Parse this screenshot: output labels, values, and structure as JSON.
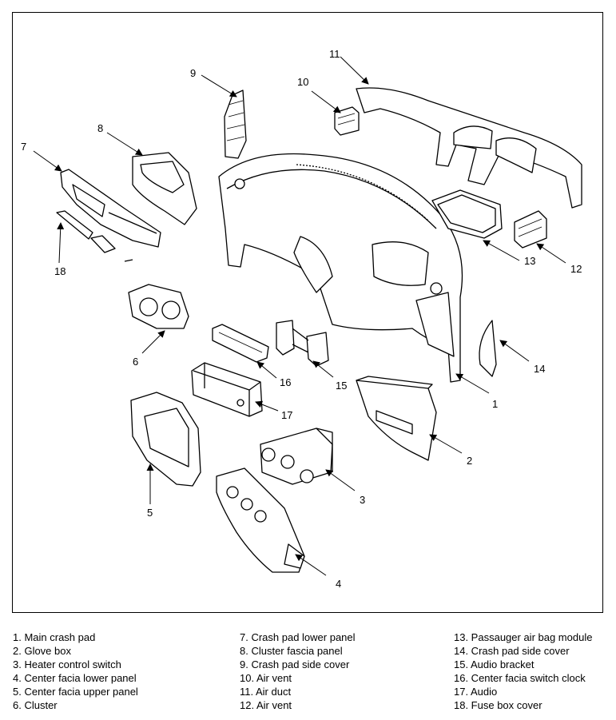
{
  "callouts": {
    "c1": "1",
    "c2": "2",
    "c3": "3",
    "c4": "4",
    "c5": "5",
    "c6": "6",
    "c7": "7",
    "c8": "8",
    "c9": "9",
    "c10": "10",
    "c11": "11",
    "c12": "12",
    "c13": "13",
    "c14": "14",
    "c15": "15",
    "c16": "16",
    "c17": "17",
    "c18": "18"
  },
  "legend": {
    "col1": [
      "1. Main crash pad",
      "2. Glove box",
      "3. Heater control switch",
      "4. Center facia lower panel",
      "5. Center facia upper panel",
      "6. Cluster"
    ],
    "col2": [
      "7. Crash pad lower panel",
      "8. Cluster fascia panel",
      "9. Crash pad side cover",
      "10. Air vent",
      "11. Air duct",
      "12. Air vent"
    ],
    "col3": [
      "13. Passauger air bag module",
      "14. Crash pad side cover",
      "15. Audio bracket",
      "16. Center facia switch clock",
      "17. Audio",
      "18. Fuse box cover"
    ]
  }
}
